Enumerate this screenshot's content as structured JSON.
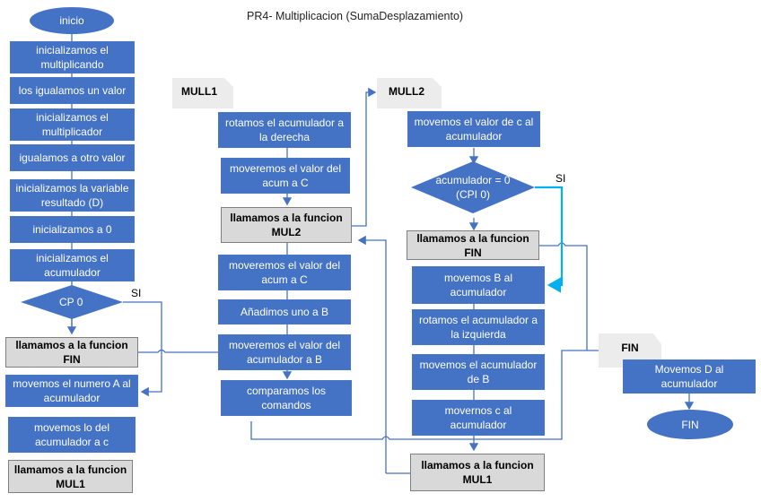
{
  "title": "PR4- Multiplicacion (SumaDesplazamiento)",
  "colors": {
    "process_fill": "#4472c4",
    "call_fill": "#d9d9d9",
    "tag_fill": "#ececec",
    "connector": "#4472c4",
    "highlight_connector": "#00b0f0"
  },
  "main": {
    "start": "inicio",
    "steps": [
      "inicializamos el multiplicando",
      "los igualamos un valor",
      "inicializamos el multiplicador",
      "igualamos a otro valor",
      "inicializamos la variable resultado (D)",
      "inicializamos a 0",
      "inicializamos el acumulador"
    ],
    "decision": "CP 0",
    "decision_yes": "SI",
    "call_fin": "llamamos a la funcion FIN",
    "after": [
      "movemos el numero A al acumulador",
      "movemos lo del acumulador  a c"
    ],
    "call_mul1": "llamamos a la funcion MUL1"
  },
  "mul1": {
    "tag": "MULL1",
    "steps_before": [
      "rotamos el acumulador a la derecha",
      "moveremos el valor del acum a C"
    ],
    "call_mul2": "llamamos a la funcion MUL2",
    "steps_after": [
      "moveremos el valor del acum a C",
      "Añadimos uno a B",
      "moveremos el valor del acumulador  a B",
      "comparamos los comandos"
    ]
  },
  "mul2": {
    "tag": "MULL2",
    "first": "movemos el valor de c al acumulador",
    "decision": "acumulador = 0 (CPI 0)",
    "decision_yes": "SI",
    "call_fin": "llamamos a la funcion FIN",
    "steps": [
      "movemos B al acumulador",
      "rotamos el acumulador a la izquierda",
      "movemos el acumulador de B",
      "movernos c al acumulador"
    ],
    "call_mul1": "llamamos a la funcion MUL1"
  },
  "fin": {
    "tag": "FIN",
    "step": "Movemos D al acumulador",
    "end": "FIN"
  }
}
